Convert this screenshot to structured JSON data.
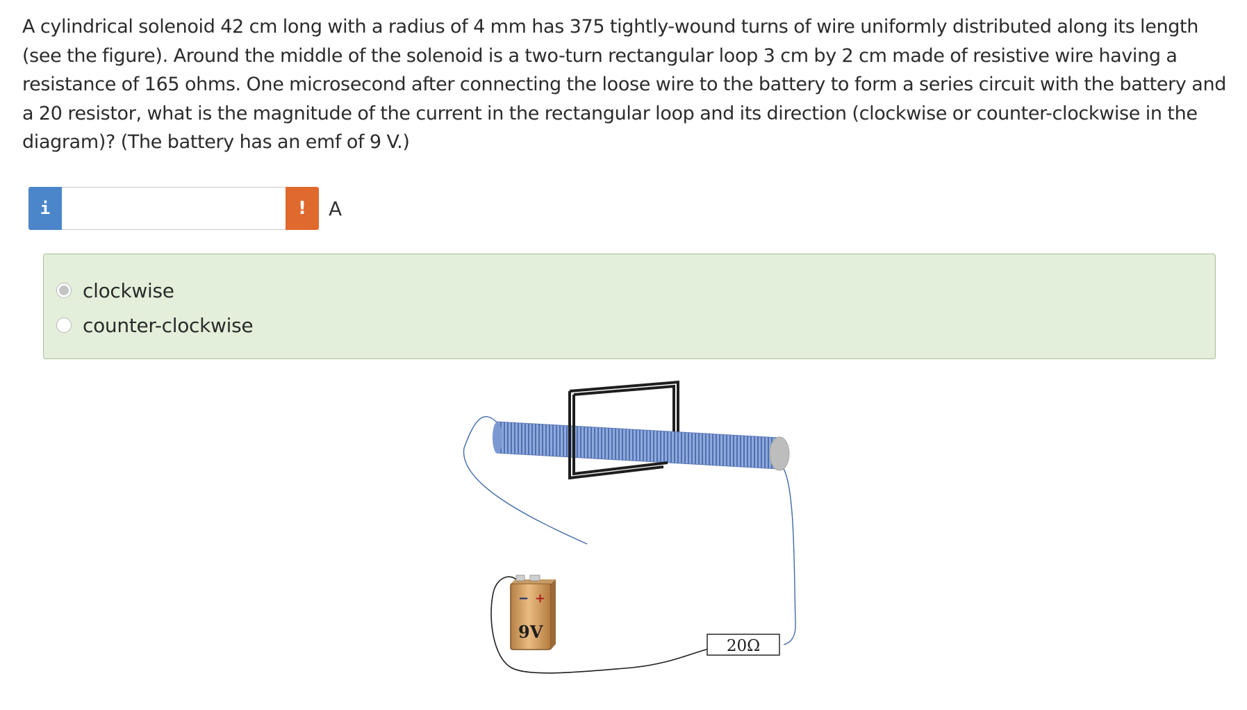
{
  "question": {
    "text": "A cylindrical solenoid 42 cm long with a radius of 4 mm has 375 tightly-wound turns of wire uniformly distributed along its length (see the figure). Around the middle of the solenoid is a two-turn rectangular loop 3 cm by 2 cm made of resistive wire having a resistance of 165 ohms. One microsecond after connecting the loose wire to the battery to form a series circuit with the battery and a 20 resistor, what is the magnitude of the current in the rectangular loop and its direction (clockwise or counter-clockwise in the diagram)? (The battery has an emf of 9 V.)"
  },
  "answer": {
    "info_label": "i",
    "value": "",
    "placeholder": "",
    "warning_label": "!",
    "unit": "A"
  },
  "choices": [
    {
      "label": "clockwise",
      "selected": true
    },
    {
      "label": "counter-clockwise",
      "selected": false
    }
  ],
  "figure": {
    "battery_label": "9V",
    "battery_minus": "−",
    "battery_plus": "+",
    "resistor_label": "20Ω",
    "colors": {
      "coil": "#6f8fcc",
      "coil_dark": "#4e6fb0",
      "wire_blue": "#3f6aa8",
      "battery_body": "#d7a46a",
      "resistor_border": "#333333",
      "panel_green": "#e3efda"
    }
  }
}
